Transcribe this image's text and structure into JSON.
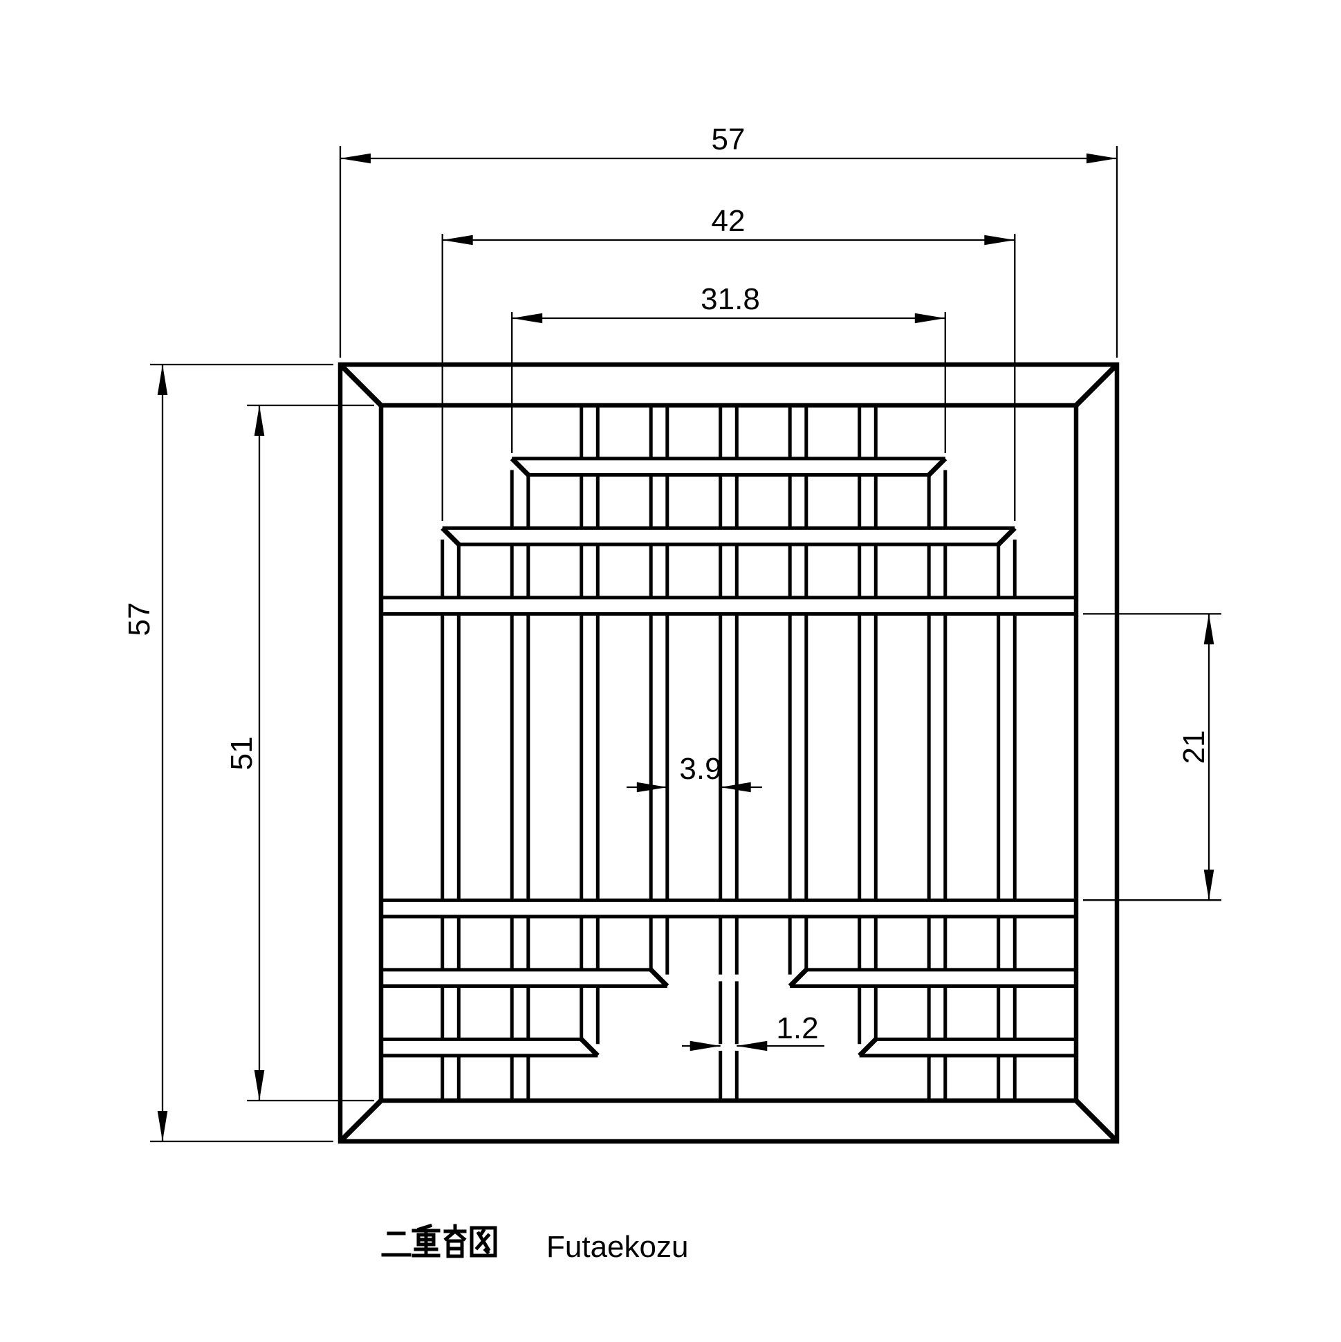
{
  "page": {
    "background": "#ffffff",
    "line_color": "#000000"
  },
  "caption": {
    "kanji": "二重香図",
    "romaji": "Futaekozu"
  },
  "dims": {
    "outer_width": "57",
    "middle_bar": "42",
    "top_bar": "31.8",
    "outer_height": "57",
    "inner_height": "51",
    "center_band": "21",
    "slat_gap": "3.9",
    "slat_width": "1.2"
  }
}
